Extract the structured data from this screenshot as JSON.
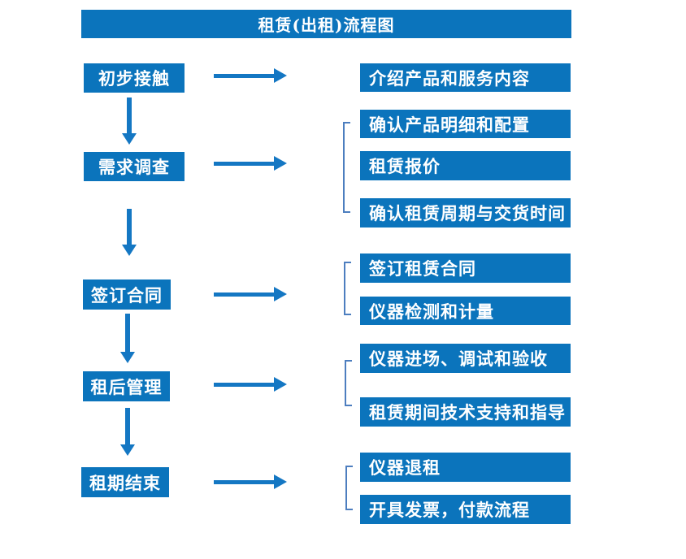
{
  "title": "租赁(出租)流程图",
  "colors": {
    "box_blue": "#0b74bc",
    "arrow_blue": "#1477c3",
    "bracket_blue": "#4d7ebf",
    "text_white": "#ffffff",
    "background": "#ffffff"
  },
  "steps": [
    {
      "label": "初步接触",
      "outputs": [
        "介绍产品和服务内容"
      ]
    },
    {
      "label": "需求调查",
      "outputs": [
        "确认产品明细和配置",
        "租赁报价",
        "确认租赁周期与交货时间"
      ]
    },
    {
      "label": "签订合同",
      "outputs": [
        "签订租赁合同",
        "仪器检测和计量"
      ]
    },
    {
      "label": "租后管理",
      "outputs": [
        "仪器进场、调试和验收",
        "租赁期间技术支持和指导"
      ]
    },
    {
      "label": "租期结束",
      "outputs": [
        "仪器退租",
        "开具发票，付款流程"
      ]
    }
  ]
}
